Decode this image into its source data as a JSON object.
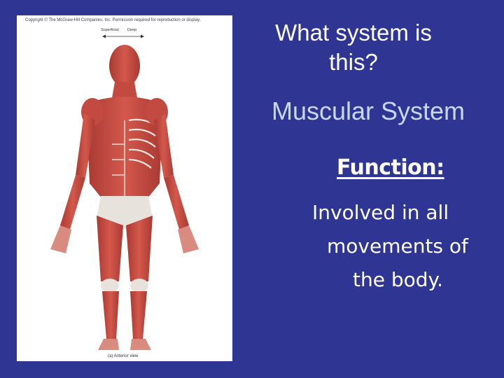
{
  "figure": {
    "copyright": "Copyright © The McGraw-Hill Companies, Inc. Permission required for reproduction or display.",
    "orientation_superficial": "Superficial",
    "orientation_deep": "Deep",
    "caption": "(a) Anterior view"
  },
  "slide": {
    "title": "What system is this?",
    "heading": "Muscular System",
    "function_label": "Function:",
    "description_lines": [
      "Involved in all",
      "movements of",
      "the body."
    ]
  },
  "colors": {
    "background": "#2f3593",
    "heading": "#c9d7f2",
    "muscle": "#c8463c",
    "tendon": "#e7e2dc"
  }
}
